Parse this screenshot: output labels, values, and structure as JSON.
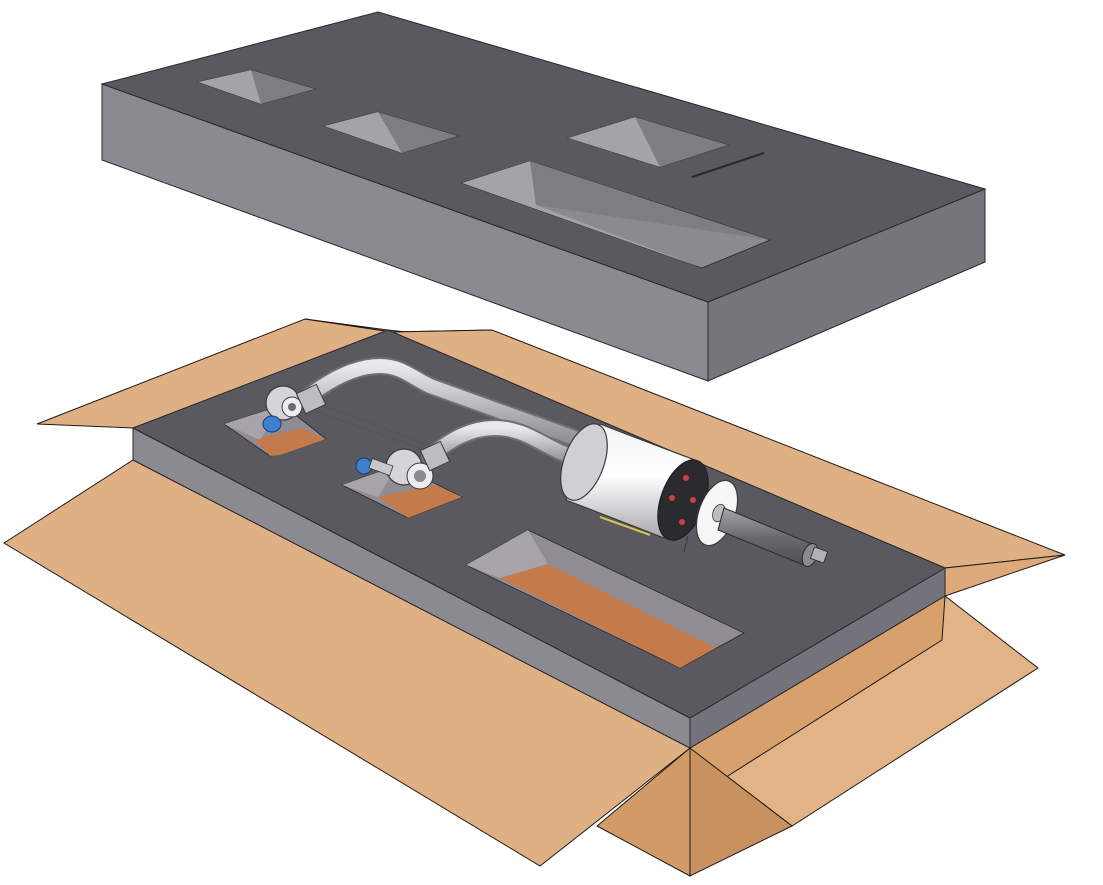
{
  "figure": {
    "description_text": "",
    "colors": {
      "background": "#ffffff",
      "foam_top": "#5b5960",
      "foam_side_light": "#8c8a91",
      "foam_side_dark": "#74727a",
      "pocket_wall": "#9a989e",
      "pocket_floor": "#8e8c92",
      "cardboard": "#e0b085",
      "cardboard_dark": "#d9a673",
      "cardboard_bottom": "#c47a4a",
      "outline": "#1f1a17",
      "metal": "#c9c9cc",
      "metal_dark": "#8f8f94",
      "blue_fitting": "#3f7fd0"
    },
    "parts": [
      "foam-lid",
      "cardboard-box",
      "foam-insert",
      "tube-assembly",
      "cylindrical-housing",
      "flange",
      "shaft"
    ]
  }
}
